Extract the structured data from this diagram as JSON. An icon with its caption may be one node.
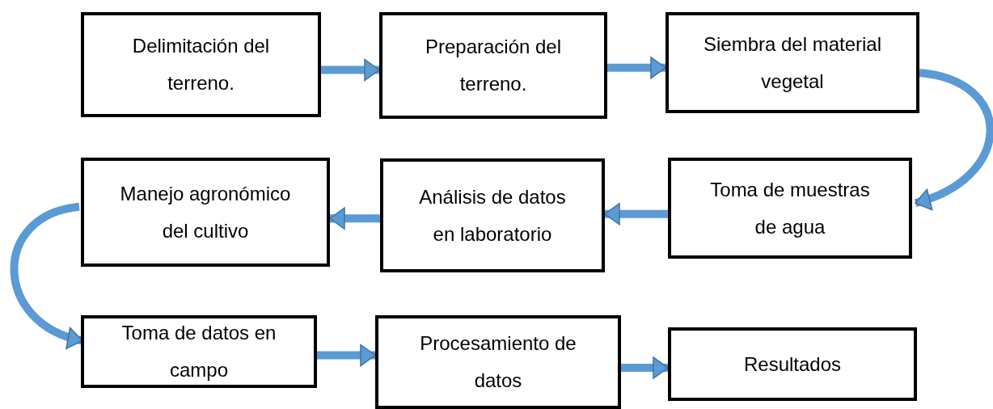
{
  "diagram": {
    "nodes": [
      {
        "text": [
          "Delimitación del terreno."
        ]
      },
      {
        "text": [
          "Preparación del terreno."
        ]
      },
      {
        "text": [
          "Siembra del material vegetal"
        ]
      },
      {
        "text": [
          "Manejo agronómico del cultivo"
        ]
      },
      {
        "text": [
          "Análisis de datos en laboratorio"
        ]
      },
      {
        "text": [
          "Toma de muestras de agua"
        ]
      },
      {
        "text": [
          "Toma de datos en campo"
        ]
      },
      {
        "text": [
          "Procesamiento de datos"
        ]
      },
      {
        "text": [
          "Resultados"
        ]
      }
    ],
    "edges": [
      {
        "from": 0,
        "to": 1,
        "arrow": "to"
      },
      {
        "from": 1,
        "to": 2,
        "arrow": "to"
      },
      {
        "from": 2,
        "to": 5,
        "arrow": "to"
      },
      {
        "from": 5,
        "to": 4,
        "arrow": "to"
      },
      {
        "from": 4,
        "to": 3,
        "arrow": "to"
      },
      {
        "from": 3,
        "to": 6,
        "arrow": "to"
      },
      {
        "from": 6,
        "to": 7,
        "arrow": "to"
      },
      {
        "from": 7,
        "to": 8,
        "arrow": "to"
      }
    ]
  }
}
